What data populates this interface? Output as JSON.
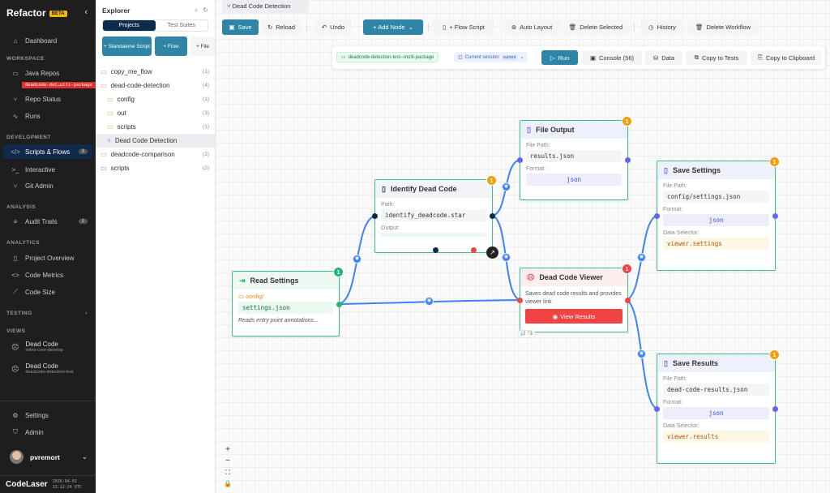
{
  "app": {
    "name": "Refactor",
    "badge": "BETA"
  },
  "sidebar": {
    "dashboard": "Dashboard",
    "sections": {
      "workspace": "WORKSPACE",
      "development": "DEVELOPMENT",
      "analysis": "ANALYSIS",
      "analytics": "ANALYTICS",
      "testing": "TESTING",
      "views": "VIEWS"
    },
    "java_repos": "Java Repos",
    "repo_badge": "deadcode-det…ulti-package",
    "repo_status": "Repo Status",
    "runs": "Runs",
    "scripts_flows": "Scripts & Flows",
    "scripts_count": "3",
    "interactive": "Interactive",
    "git_admin": "Git Admin",
    "audit_trails": "Audit Trails",
    "audit_count": "1",
    "project_overview": "Project Overview",
    "code_metrics": "Code Metrics",
    "code_size": "Code Size",
    "views": [
      {
        "title": "Dead Code",
        "subtitle": "miles-core-develop"
      },
      {
        "title": "Dead Code",
        "subtitle": "deadcode-detection-test"
      }
    ],
    "settings": "Settings",
    "admin": "Admin",
    "user": "pvremort",
    "footer": {
      "logo": "CodeLaser",
      "date": "2026-04-01",
      "time": "13:12:24 UTC"
    }
  },
  "explorer": {
    "title": "Explorer",
    "tabs": [
      "Projects",
      "Test Suites"
    ],
    "buttons": [
      "+ Standalone Script",
      "+ Flow",
      "+ File"
    ],
    "tree": [
      {
        "name": "copy_me_flow",
        "count": "(1)"
      },
      {
        "name": "dead-code-detection",
        "count": "(4)"
      },
      {
        "name": "config",
        "count": "(1)"
      },
      {
        "name": "out",
        "count": "(3)"
      },
      {
        "name": "scripts",
        "count": "(1)"
      },
      {
        "name": "Dead Code Detection",
        "count": ""
      },
      {
        "name": "deadcode-comparison",
        "count": "(2)"
      },
      {
        "name": "scripts",
        "count": "(2)"
      }
    ]
  },
  "breadcrumb": "Dead Code Detection",
  "toolbar": {
    "save": "Save",
    "reload": "Reload",
    "undo": "Undo",
    "add_node": "+ Add Node",
    "flow_script": "+ Flow Script",
    "auto_layout": "Auto Layout",
    "delete_selected": "Delete Selected",
    "history": "History",
    "delete_workflow": "Delete Workflow"
  },
  "runbar": {
    "repo": "deadcode-detection-test--multi-package",
    "session": "Current session",
    "session_tag": "current",
    "run": "Run",
    "console": "Console (56)",
    "data": "Data",
    "copy_tests": "Copy to Tests",
    "copy_clipboard": "Copy to Clipboard"
  },
  "nodes": {
    "read_settings": {
      "title": "Read Settings",
      "badge": "1",
      "folder": "config/",
      "file": "settings.json",
      "desc": "Reads entry point annotations..."
    },
    "identify": {
      "title": "Identify Dead Code",
      "badge": "1",
      "path_label": "Path:",
      "path": "identify_deadcode.star",
      "output_label": "Output:"
    },
    "file_output": {
      "title": "File Output",
      "badge": "1",
      "path_label": "File Path:",
      "path": "results.json",
      "format_label": "Format:",
      "format": "json"
    },
    "viewer": {
      "title": "Dead Code Viewer",
      "badge": "1",
      "desc": "Saves dead code results and provides viewer link",
      "button": "View Results",
      "in_count": "2",
      "out_count": "3"
    },
    "save_settings": {
      "title": "Save Settings",
      "badge": "1",
      "path_label": "File Path:",
      "path": "config/settings.json",
      "format_label": "Format:",
      "format": "json",
      "selector_label": "Data Selector:",
      "selector": "viewer.settings"
    },
    "save_results": {
      "title": "Save Results",
      "badge": "1",
      "path_label": "File Path:",
      "path": "dead-code-results.json",
      "format_label": "Format:",
      "format": "json",
      "selector_label": "Data Selector:",
      "selector": "viewer.results"
    }
  },
  "colors": {
    "node_border": "#3cbf8a",
    "edge": "#3b82f6",
    "badge_orange": "#f59e0b",
    "badge_green": "#22b573",
    "badge_red": "#ef4444",
    "primary": "#2f85a5"
  }
}
